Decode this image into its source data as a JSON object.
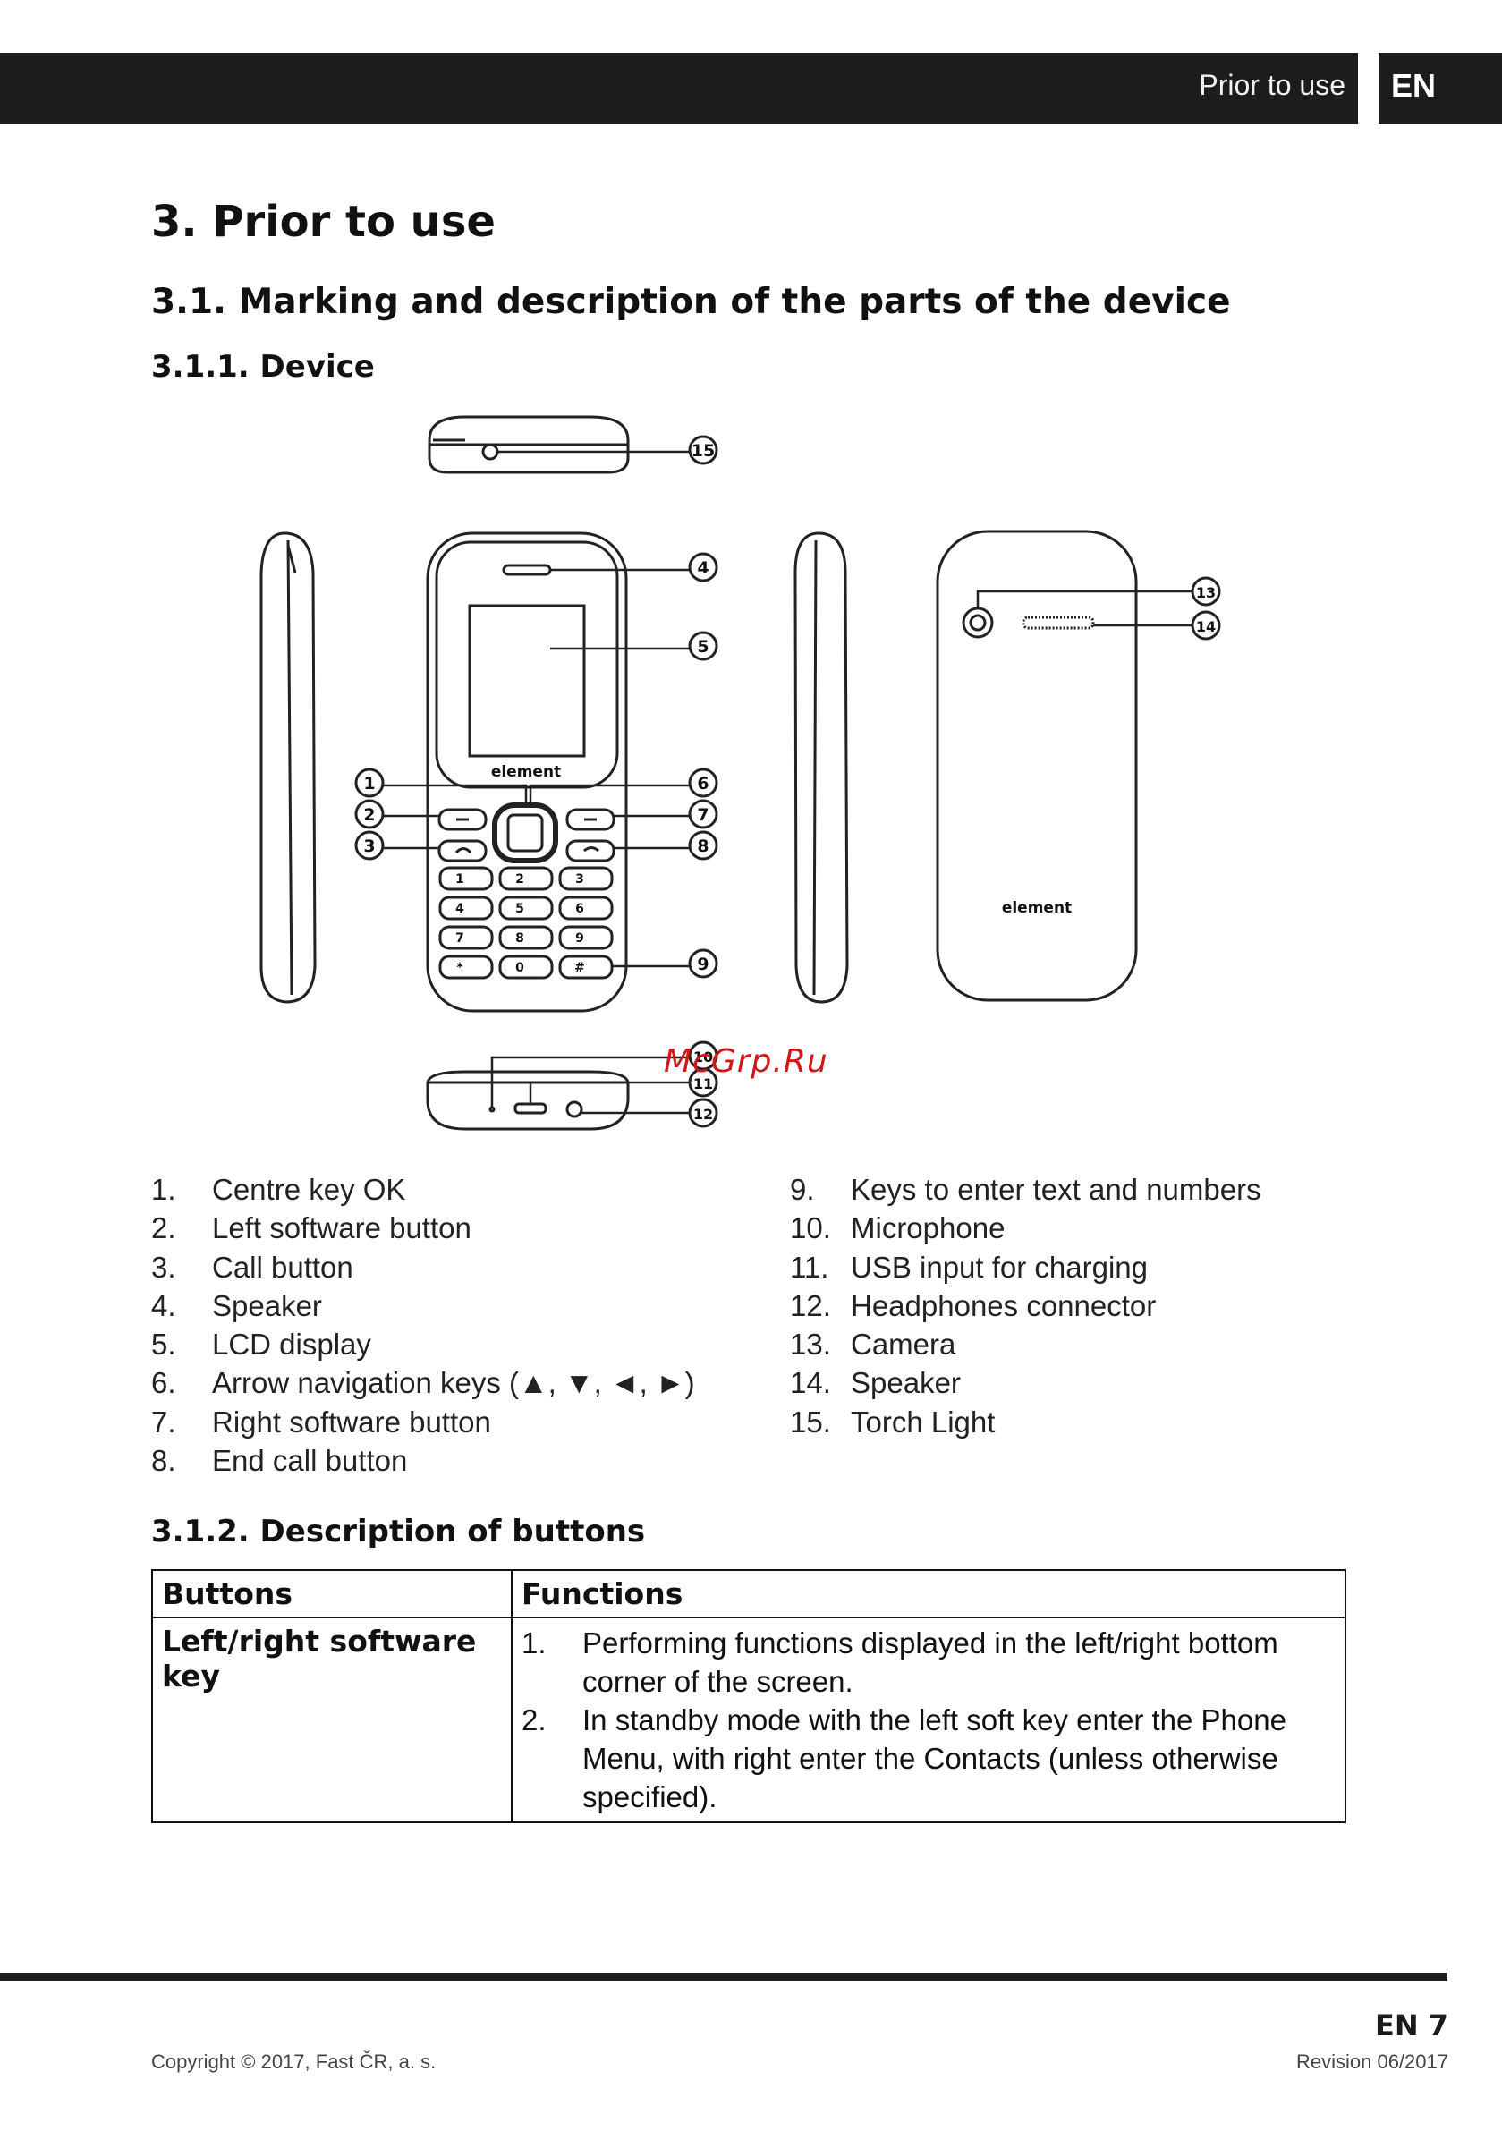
{
  "header": {
    "section_title": "Prior to use",
    "lang": "EN"
  },
  "title": "3. Prior to use",
  "section": "3.1. Marking and description of the parts of the device",
  "subsection_device": "3.1.1. Device",
  "diagram": {
    "front_brand": "element",
    "back_brand": "element",
    "keys": [
      "1",
      "2",
      "3",
      "4",
      "5",
      "6",
      "7",
      "8",
      "9",
      "*",
      "0",
      "#"
    ],
    "callouts": [
      "1",
      "2",
      "3",
      "4",
      "5",
      "6",
      "7",
      "8",
      "9",
      "10",
      "11",
      "12",
      "13",
      "14",
      "15"
    ]
  },
  "parts_left": [
    {
      "num": "1.",
      "label": "Centre key OK"
    },
    {
      "num": "2.",
      "label": "Left software button"
    },
    {
      "num": "3.",
      "label": "Call button"
    },
    {
      "num": "4.",
      "label": "Speaker"
    },
    {
      "num": "5.",
      "label": "LCD display"
    },
    {
      "num": "6.",
      "label": "Arrow navigation keys (▲, ▼, ◄, ►)"
    },
    {
      "num": "7.",
      "label": "Right software button"
    },
    {
      "num": "8.",
      "label": "End call button"
    }
  ],
  "parts_right": [
    {
      "num": "9.",
      "label": "Keys to enter text and numbers"
    },
    {
      "num": "10.",
      "label": "Microphone"
    },
    {
      "num": "11.",
      "label": "USB input for charging"
    },
    {
      "num": "12.",
      "label": "Headphones connector"
    },
    {
      "num": "13.",
      "label": "Camera"
    },
    {
      "num": "14.",
      "label": "Speaker"
    },
    {
      "num": "15.",
      "label": "Torch Light"
    }
  ],
  "subsection_buttons": "3.1.2. Description of buttons",
  "buttons_table": {
    "col_buttons": "Buttons",
    "col_functions": "Functions",
    "rows": [
      {
        "button": "Left/right software key",
        "functions": [
          {
            "num": "1.",
            "text": "Performing functions displayed in the left/right bottom corner of the screen."
          },
          {
            "num": "2.",
            "text": "In standby mode with the left soft key enter the Phone Menu, with right enter the Contacts (unless otherwise specified)."
          }
        ]
      }
    ]
  },
  "watermark": "McGrp.Ru",
  "footer": {
    "page": "EN 7",
    "copyright": "Copyright © 2017, Fast ČR, a. s.",
    "revision": "Revision 06/2017"
  }
}
